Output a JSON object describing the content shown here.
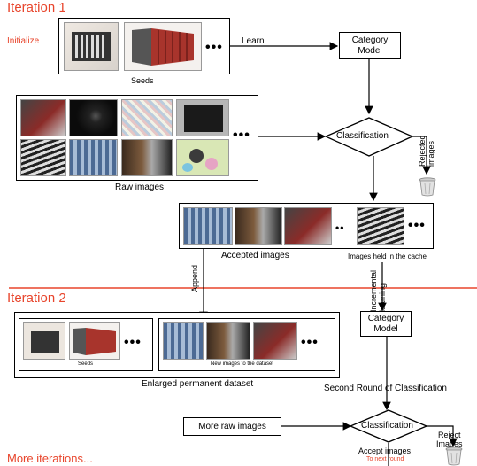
{
  "iteration1": {
    "title": "Iteration 1",
    "initialize": "Initialize",
    "learn": "Learn",
    "seeds": "Seeds",
    "category_model": [
      "Category",
      "Model"
    ],
    "classification": "Classification",
    "rejected_images": [
      "Rejected",
      "images"
    ],
    "raw_images": "Raw images",
    "accepted_images": "Accepted images",
    "cache": "Images held in the cache",
    "append": "Append",
    "incremental_learning": [
      "Incremental",
      "learning"
    ]
  },
  "iteration2": {
    "title": "Iteration 2",
    "seeds": "Seeds",
    "new_images": "New images to the dataset",
    "enlarged_dataset": "Enlarged permanent dataset",
    "category_model": [
      "Category",
      "Model"
    ],
    "second_round": "Second Round of Classification",
    "more_raw_images": "More raw images",
    "classification": "Classification",
    "reject_images": [
      "Reject",
      "Images"
    ],
    "accept_images": "Accept images",
    "to_next_round": "To next round"
  },
  "more_iterations": "More iterations...",
  "ellipsis": "•••",
  "ellipsis_short": "••",
  "colors": {
    "accent": "#e8452c",
    "line": "#000000"
  },
  "icons": [
    "trash-can-icon"
  ]
}
